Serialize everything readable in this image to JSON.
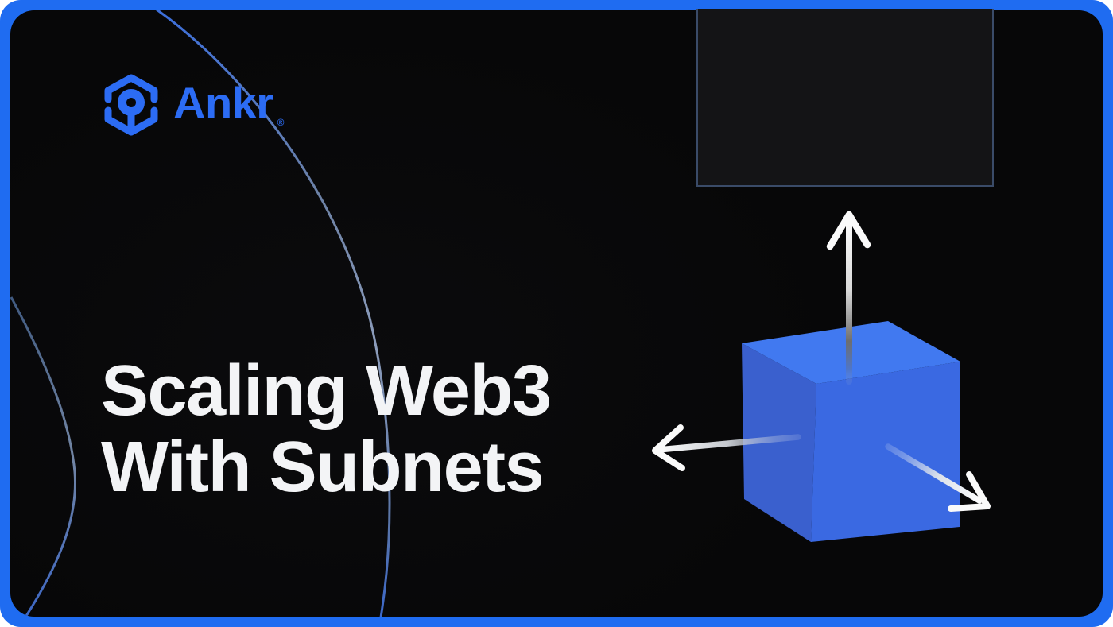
{
  "brand": {
    "name": "Ankr",
    "registered_mark": "®"
  },
  "headline": {
    "line1": "Scaling Web3",
    "line2": "With Subnets"
  },
  "graphic": {
    "cube": "3d-cube",
    "arrows": [
      "arrow-up",
      "arrow-left",
      "arrow-down-right"
    ],
    "panel": "empty-dark-frame",
    "decor": [
      "large-ellipse-arc",
      "small-ellipse-arc"
    ]
  },
  "colors": {
    "frame_blue": "#1F6CF1",
    "logo_blue": "#2C6CF4",
    "background": "#070708",
    "headline_white": "#F3F4F6",
    "cube_top": "#4179F0",
    "cube_right": "#3A69E2",
    "cube_left": "#3A60CE",
    "panel_fill": "#141416",
    "panel_border": "#3A4B68",
    "arc_blue": "#4F77D4"
  }
}
